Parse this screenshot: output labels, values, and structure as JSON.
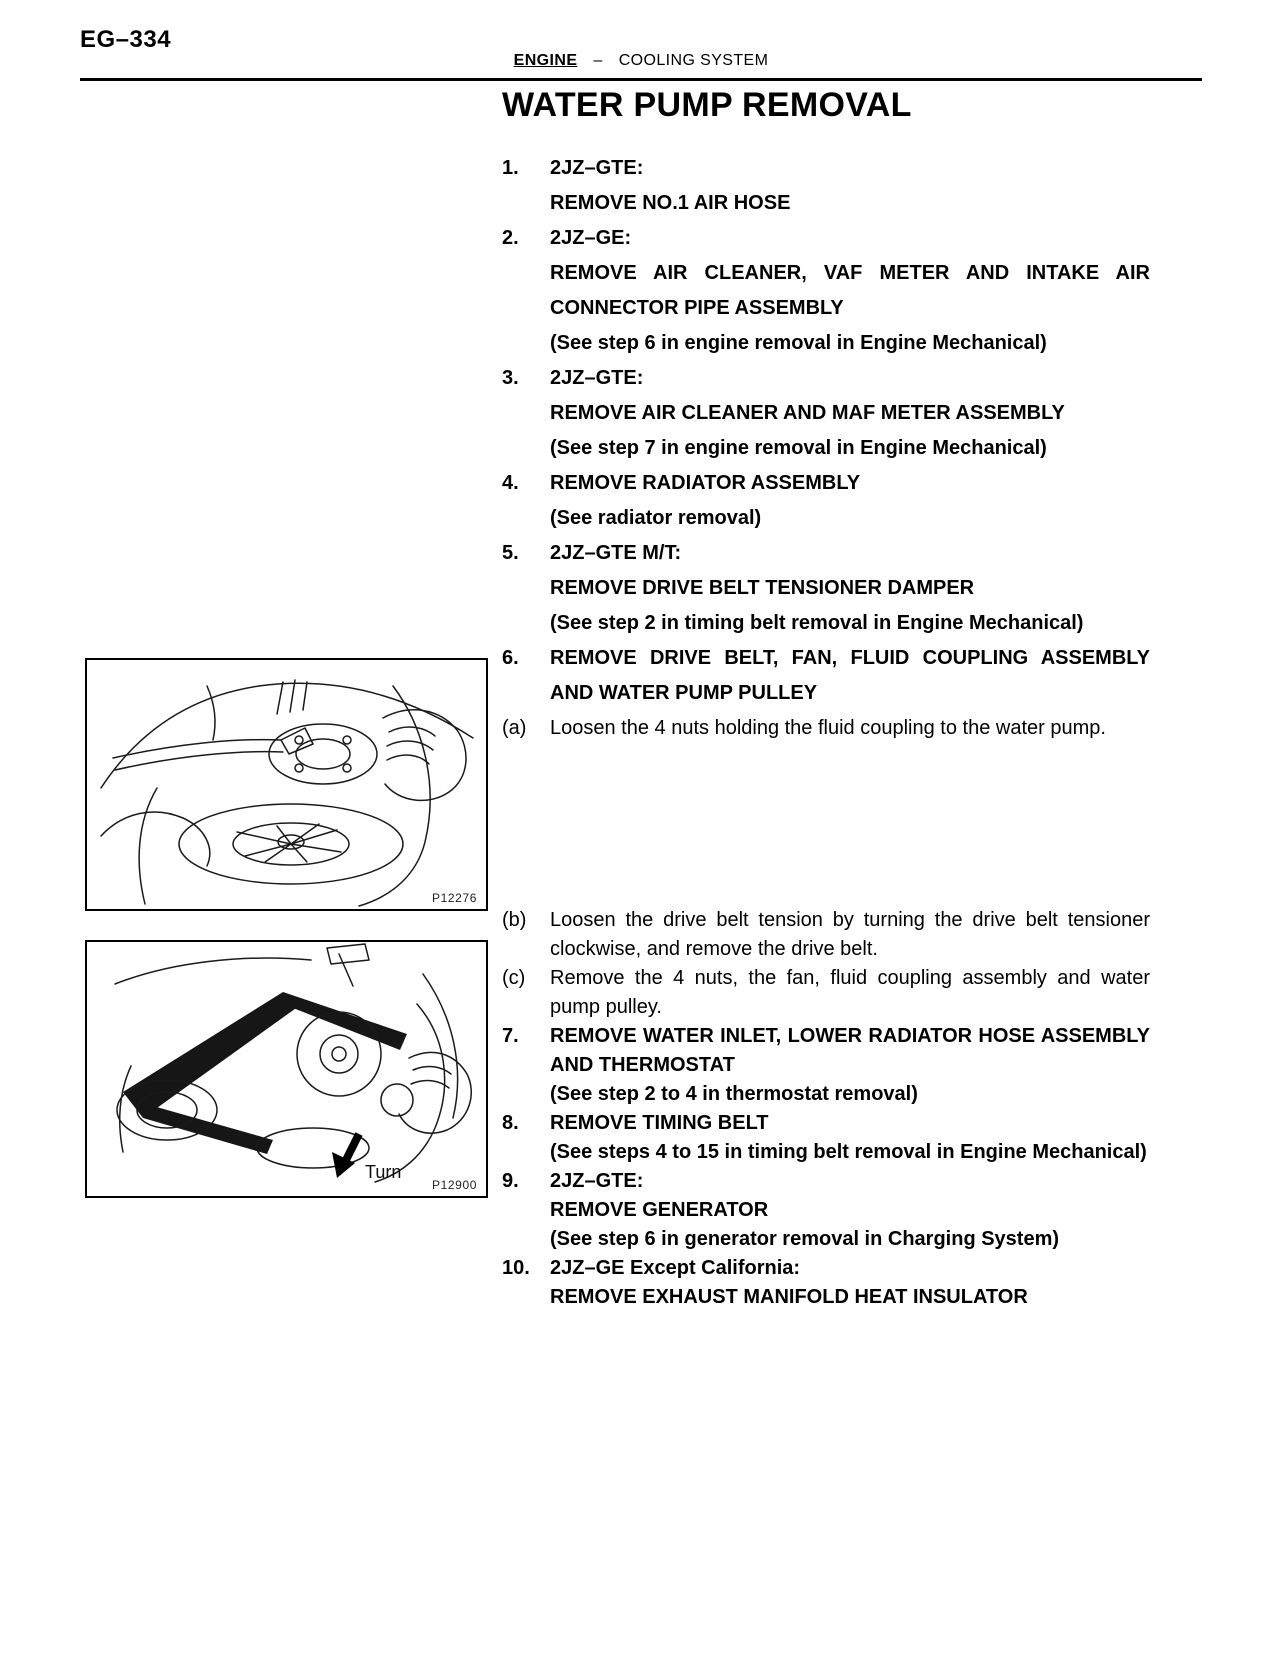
{
  "page": {
    "number": "EG–334",
    "header_left": "ENGINE",
    "header_sep": "–",
    "header_right": "COOLING SYSTEM",
    "title": "WATER PUMP REMOVAL"
  },
  "steps": [
    {
      "marker": "1.",
      "lines": [
        "2JZ–GTE:",
        "REMOVE NO.1 AIR HOSE"
      ]
    },
    {
      "marker": "2.",
      "lines": [
        "2JZ–GE:",
        "REMOVE AIR CLEANER, VAF METER AND INTAKE AIR CONNECTOR PIPE ASSEMBLY",
        "(See step 6 in engine removal in Engine Mechanical)"
      ]
    },
    {
      "marker": "3.",
      "lines": [
        "2JZ–GTE:",
        "REMOVE AIR CLEANER AND MAF METER ASSEMBLY",
        "(See step 7 in engine removal in Engine Mechanical)"
      ]
    },
    {
      "marker": "4.",
      "lines": [
        "REMOVE RADIATOR ASSEMBLY",
        "(See radiator removal)"
      ]
    },
    {
      "marker": "5.",
      "lines": [
        "2JZ–GTE M/T:",
        "REMOVE DRIVE BELT TENSIONER DAMPER",
        "(See step 2 in timing belt removal in Engine Mechanical)"
      ]
    },
    {
      "marker": "6.",
      "lines": [
        "REMOVE DRIVE BELT, FAN, FLUID COUPLING ASSEMBLY AND WATER PUMP PULLEY"
      ]
    },
    {
      "marker": "(a)",
      "lines": [
        "Loosen the 4 nuts holding the fluid coupling to the water pump."
      ]
    },
    {
      "marker": "(b)",
      "lines": [
        "Loosen the drive belt tension by turning the drive belt tensioner clockwise, and remove the drive belt."
      ]
    },
    {
      "marker": "(c)",
      "lines": [
        "Remove the 4 nuts, the fan, fluid coupling assembly and water pump pulley."
      ]
    },
    {
      "marker": "7.",
      "lines": [
        "REMOVE WATER INLET, LOWER RADIATOR HOSE ASSEMBLY AND THERMOSTAT",
        "(See step 2 to 4 in thermostat removal)"
      ]
    },
    {
      "marker": "8.",
      "lines": [
        "REMOVE TIMING BELT",
        "(See steps 4 to 15 in timing belt removal in Engine Mechanical)"
      ]
    },
    {
      "marker": "9.",
      "lines": [
        "2JZ–GTE:",
        "REMOVE GENERATOR",
        "(See step 6 in generator removal in Charging System)"
      ]
    },
    {
      "marker": "10.",
      "lines": [
        "2JZ–GE Except California:",
        "REMOVE EXHAUST MANIFOLD HEAT INSULATOR"
      ]
    }
  ],
  "figures": {
    "fig1": {
      "code": "P12276"
    },
    "fig2": {
      "code": "P12900",
      "label": "Turn"
    }
  }
}
